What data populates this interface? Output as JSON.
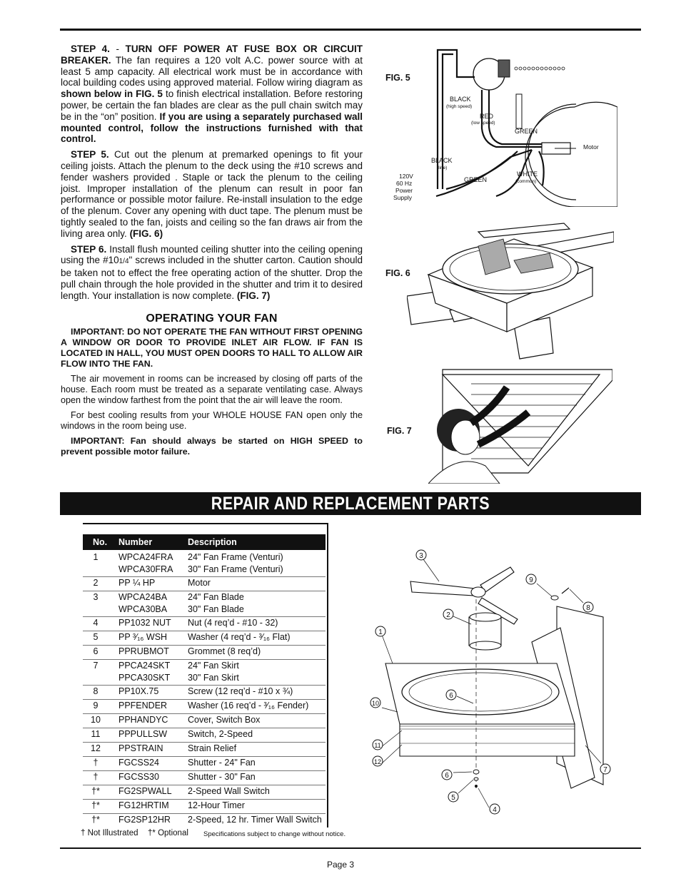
{
  "step4": {
    "lead": "STEP 4.",
    "dash": " - ",
    "bold1": "TURN OFF POWER AT FUSE BOX OR CIRCUIT BREAKER.",
    "text1": " The fan requires a 120 volt A.C. power source with at least 5 amp capacity. All electrical work must be in accordance with local building codes using approved material. Follow wiring diagram as ",
    "bold2": "shown below in FIG. 5",
    "text2": " to finish electrical installation. Before restoring power, be certain the fan blades are clear as the pull chain switch may be in the “on” position. ",
    "bold3": "If you are using a separately purchased wall mounted control, follow the instructions furnished with that control."
  },
  "step5": {
    "lead": "STEP 5.",
    "text": " Cut out the plenum at premarked openings to fit your ceiling joists. Attach the plenum to the deck using the #10 screws and fender washers provided . Staple or tack the plenum to the ceiling joist. Improper installation of the plenum can result in poor fan performance or possible motor failure. Re-install insulation to the edge of the plenum. Cover any opening with duct tape. The plenum must be tightly sealed to the fan, joists and ceiling so the fan draws air from the living area only. ",
    "ref": "(FIG. 6)"
  },
  "step6": {
    "lead": "STEP 6.",
    "text1": " Install flush mounted ceiling shutter into the ceiling opening using the #10",
    "frac": "1/4",
    "text2": "\" screws included in the shutter carton. Caution should be taken not to effect the free operating action of the shutter. Drop the pull chain through the hole provided in the shutter and trim it to desired length. Your installation is now complete. ",
    "ref": "(FIG. 7)"
  },
  "operating": {
    "heading": "OPERATING YOUR FAN",
    "important1": "IMPORTANT: DO NOT OPERATE THE FAN WITHOUT FIRST OPENING A WINDOW OR DOOR TO PROVIDE INLET AIR FLOW. IF FAN IS LOCATED IN HALL, YOU MUST OPEN DOORS TO HALL TO ALLOW AIR FLOW INTO THE FAN.",
    "para1": "The air movement in rooms can be increased by closing off parts of the house. Each room must be treated as a separate ventilating case. Always open the window farthest from the point that the air will leave the room.",
    "para2": "For best cooling results from your WHOLE HOUSE FAN open only the windows in the room being use.",
    "important2": "IMPORTANT: Fan should always be started on HIGH SPEED to prevent possible motor failure."
  },
  "fig5": {
    "label": "FIG. 5",
    "black_high": "BLACK",
    "black_high_sub": "(high speed)",
    "red": "RED",
    "red_sub": "(low speed)",
    "green_top": "GREEN",
    "motor": "Motor",
    "black_line": "BLACK",
    "black_line_sub": "(line)",
    "green_bottom": "GREEN",
    "white": "WHITE",
    "white_sub": "(common)",
    "supply1": "120V",
    "supply2": "60 Hz",
    "supply3": "Power",
    "supply4": "Supply"
  },
  "fig6": {
    "label": "FIG. 6"
  },
  "fig7": {
    "label": "FIG. 7"
  },
  "banner": "REPAIR AND REPLACEMENT PARTS",
  "parts": {
    "headers": [
      "No.",
      "Number",
      "Description"
    ],
    "rows": [
      {
        "no": "1",
        "lines": [
          [
            "WPCA24FRA",
            "24\" Fan Frame (Venturi)"
          ],
          [
            "WPCA30FRA",
            "30\" Fan Frame (Venturi)"
          ]
        ]
      },
      {
        "no": "2",
        "lines": [
          [
            "PP ¼ HP",
            "Motor"
          ]
        ]
      },
      {
        "no": "3",
        "lines": [
          [
            "WPCA24BA",
            "24\" Fan Blade"
          ],
          [
            "WPCA30BA",
            "30\" Fan Blade"
          ]
        ]
      },
      {
        "no": "4",
        "lines": [
          [
            "PP1032 NUT",
            "Nut (4 req’d - #10 - 32)"
          ]
        ]
      },
      {
        "no": "5",
        "lines": [
          [
            "PP ³⁄₁₆ WSH",
            "Washer (4 req’d - ³⁄₁₆ Flat)"
          ]
        ]
      },
      {
        "no": "6",
        "lines": [
          [
            "PPRUBMOT",
            "Grommet (8 req’d)"
          ]
        ]
      },
      {
        "no": "7",
        "lines": [
          [
            "PPCA24SKT",
            "24\" Fan Skirt"
          ],
          [
            "PPCA30SKT",
            "30\" Fan Skirt"
          ]
        ]
      },
      {
        "no": "8",
        "lines": [
          [
            "PP10X.75",
            "Screw (12 req’d - #10 x ¾)"
          ]
        ]
      },
      {
        "no": "9",
        "lines": [
          [
            "PPFENDER",
            "Washer (16 req’d - ³⁄₁₆ Fender)"
          ]
        ]
      },
      {
        "no": "10",
        "lines": [
          [
            "PPHANDYC",
            "Cover, Switch Box"
          ]
        ]
      },
      {
        "no": "11",
        "lines": [
          [
            "PPPULLSW",
            "Switch, 2-Speed"
          ]
        ]
      },
      {
        "no": "12",
        "lines": [
          [
            "PPSTRAIN",
            "Strain Relief"
          ]
        ]
      },
      {
        "no": "†",
        "lines": [
          [
            "FGCSS24",
            "Shutter - 24\" Fan"
          ]
        ]
      },
      {
        "no": "†",
        "lines": [
          [
            "FGCSS30",
            "Shutter - 30\" Fan"
          ]
        ]
      },
      {
        "no": "†*",
        "lines": [
          [
            "FG2SPWALL",
            "2-Speed Wall Switch"
          ]
        ]
      },
      {
        "no": "†*",
        "lines": [
          [
            "FG12HRTIM",
            "12-Hour Timer"
          ]
        ]
      },
      {
        "no": "†*",
        "lines": [
          [
            "FG2SP12HR",
            "2-Speed, 12 hr. Timer Wall Switch"
          ]
        ]
      }
    ],
    "note_illustrated": "† Not Illustrated",
    "note_optional": "†* Optional",
    "spec_note": "Specifications subject to change without notice."
  },
  "callouts": [
    "1",
    "2",
    "3",
    "4",
    "5",
    "6",
    "6",
    "7",
    "8",
    "9",
    "10",
    "11",
    "12"
  ],
  "page": "Page 3"
}
